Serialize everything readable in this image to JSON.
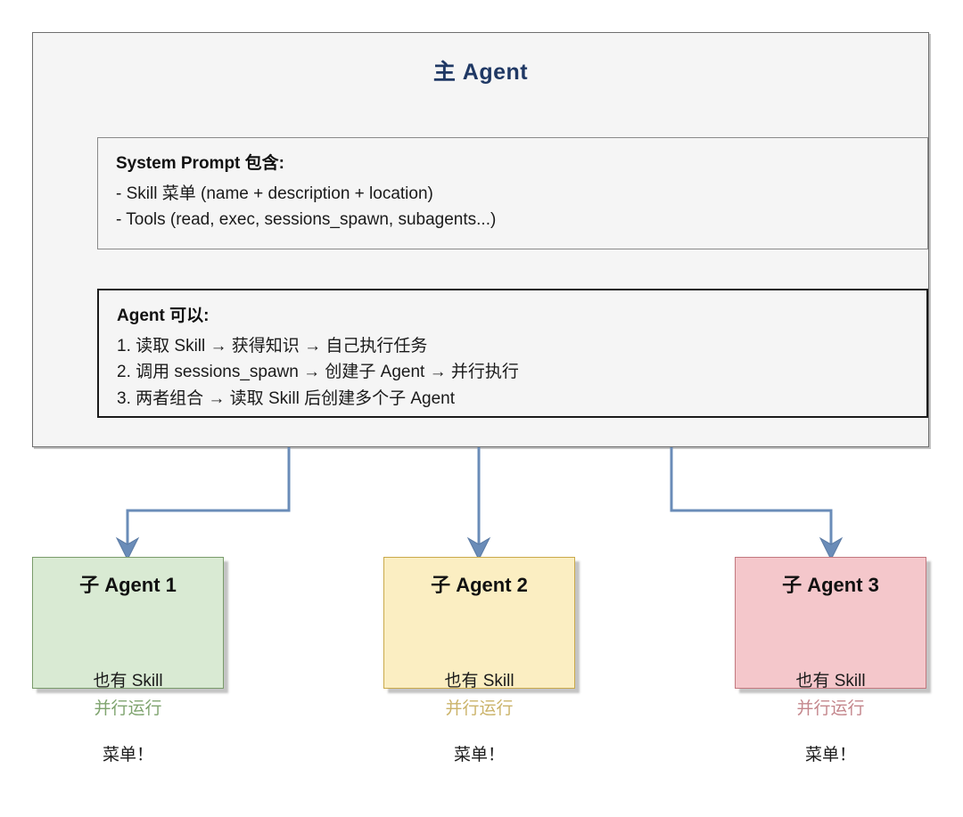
{
  "diagram": {
    "type": "hierarchy-flowchart",
    "title": "主 Agent",
    "title_color": "#1f3864",
    "main_box": {
      "fill": "#f5f5f5",
      "border": "#6e6e6e",
      "panels": [
        {
          "id": "system-prompt",
          "heading": "System Prompt 包含:",
          "lines": [
            "- Skill 菜单 (name + description + location)",
            "- Tools (read, exec, sessions_spawn, subagents...)"
          ]
        },
        {
          "id": "agent-can",
          "heading": "Agent 可以:",
          "lines": [
            "1. 读取 Skill → 获得知识 → 自己执行任务",
            "2. 调用 sessions_spawn → 创建子 Agent → 并行执行",
            "3. 两者组合 → 读取 Skill 后创建多个子 Agent"
          ]
        }
      ]
    },
    "connector": {
      "color": "#6a8cb8",
      "style": "elbow-with-arrowhead",
      "count": 3
    },
    "children": [
      {
        "title": "子 Agent 1",
        "body_line1": "也有 Skill",
        "body_line2": "菜单！",
        "caption": "并行运行",
        "fill": "#d9ead3",
        "border": "#7a9b6a",
        "caption_color": "#7fa46f"
      },
      {
        "title": "子 Agent 2",
        "body_line1": "也有 Skill",
        "body_line2": "菜单！",
        "caption": "并行运行",
        "fill": "#fbeec2",
        "border": "#c9a94b",
        "caption_color": "#cbb36a"
      },
      {
        "title": "子 Agent 3",
        "body_line1": "也有 Skill",
        "body_line2": "菜单！",
        "caption": "并行运行",
        "fill": "#f4c7cb",
        "border": "#c2787f",
        "caption_color": "#c4868c"
      }
    ]
  }
}
